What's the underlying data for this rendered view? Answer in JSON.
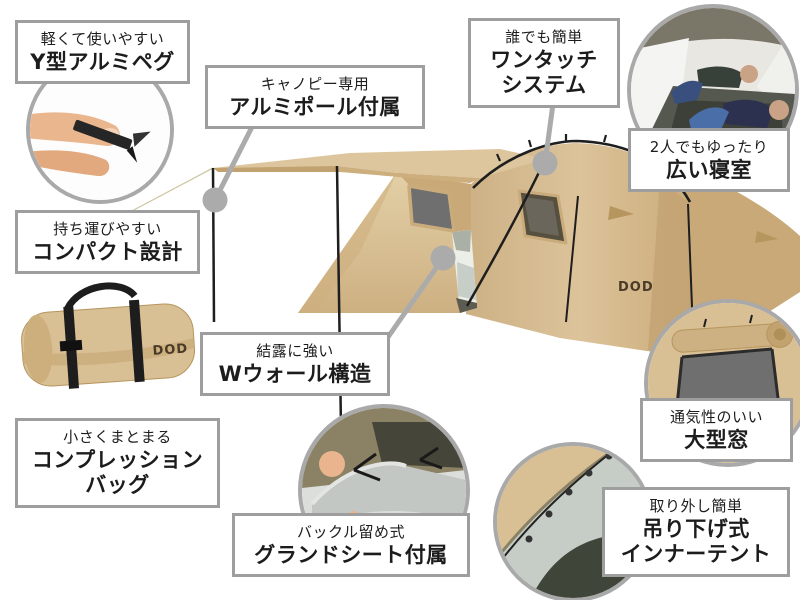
{
  "brand": {
    "logo": "DOD"
  },
  "colors": {
    "tent_tan": "#d9bf94",
    "tent_shade": "#c8a977",
    "tent_dark": "#b6955e",
    "mesh_gray": "#6f6f6f",
    "pole_black": "#1e1e1e",
    "label_border": "#9e9e9e",
    "connector_gray": "#ababab",
    "text": "#1c1c1c"
  },
  "callouts": [
    {
      "id": "y-peg",
      "line1": "軽くて使いやすい",
      "line2": "Y型アルミペグ"
    },
    {
      "id": "canopy-pole",
      "line1": "キャノピー専用",
      "line2": "アルミポール付属"
    },
    {
      "id": "onetouch",
      "line1": "誰でも簡単",
      "line2": "ワンタッチ",
      "line3": "システム"
    },
    {
      "id": "bedroom",
      "line1": "2人でもゆったり",
      "line2": "広い寝室"
    },
    {
      "id": "compact",
      "line1": "持ち運びやすい",
      "line2": "コンパクト設計"
    },
    {
      "id": "w-wall",
      "line1": "結露に強い",
      "line2": "Wウォール構造"
    },
    {
      "id": "compression",
      "line1": "小さくまとまる",
      "line2": "コンプレッション",
      "line3": "バッグ"
    },
    {
      "id": "groundsheet",
      "line1": "バックル留め式",
      "line2": "グランドシート付属"
    },
    {
      "id": "window",
      "line1": "通気性のいい",
      "line2": "大型窓"
    },
    {
      "id": "inner-tent",
      "line1": "取り外し簡単",
      "line2": "吊り下げ式",
      "line3": "インナーテント"
    }
  ],
  "photos": [
    {
      "id": "y-peg-photo",
      "depicts": "hand holding Y-shaped aluminum peg"
    },
    {
      "id": "bedroom-photo",
      "depicts": "two people lying inside tent bedroom"
    },
    {
      "id": "window-photo",
      "depicts": "large mesh window with rolled-up flap"
    },
    {
      "id": "groundsheet-photo",
      "depicts": "hands lifting gray ground sheet"
    },
    {
      "id": "inner-tent-photo",
      "depicts": "hanging inner tent clipped to shell"
    },
    {
      "id": "carry-bag-photo",
      "depicts": "tan carry duffel bag with black straps"
    }
  ]
}
